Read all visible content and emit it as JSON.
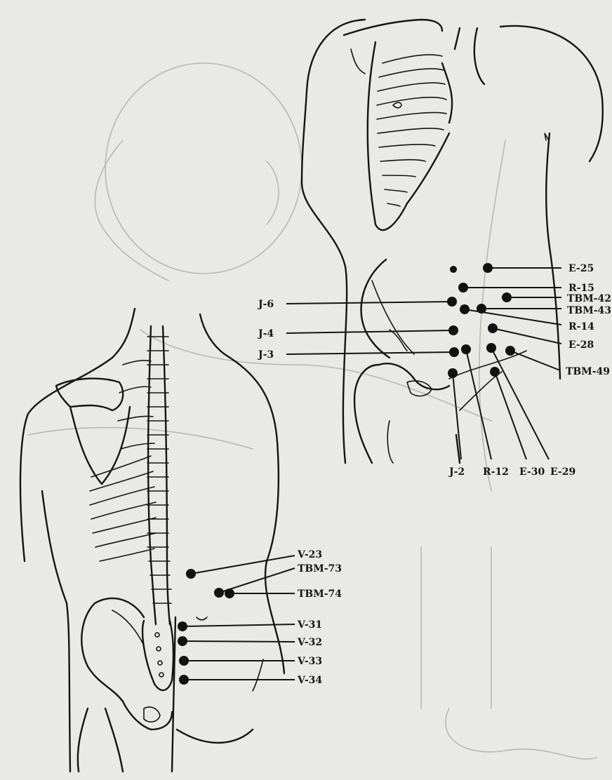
{
  "front_view": {
    "points": [
      {
        "id": "E-25",
        "label": "E-25"
      },
      {
        "id": "R-15",
        "label": "R-15"
      },
      {
        "id": "TBM-42",
        "label": "TBM-42"
      },
      {
        "id": "TBM-43",
        "label": "TBM-43"
      },
      {
        "id": "R-14",
        "label": "R-14"
      },
      {
        "id": "E-28",
        "label": "E-28"
      },
      {
        "id": "TBM-49",
        "label": "TBM-49"
      },
      {
        "id": "J-6",
        "label": "J-6"
      },
      {
        "id": "J-4",
        "label": "J-4"
      },
      {
        "id": "J-3",
        "label": "J-3"
      },
      {
        "id": "J-2",
        "label": "J-2"
      },
      {
        "id": "R-12",
        "label": "R-12"
      },
      {
        "id": "E-30",
        "label": "E-30"
      },
      {
        "id": "E-29",
        "label": "E-29"
      }
    ]
  },
  "back_view": {
    "points": [
      {
        "id": "V-23",
        "label": "V-23"
      },
      {
        "id": "TBM-73",
        "label": "TBM-73"
      },
      {
        "id": "TBM-74",
        "label": "TBM-74"
      },
      {
        "id": "V-31",
        "label": "V-31"
      },
      {
        "id": "V-32",
        "label": "V-32"
      },
      {
        "id": "V-33",
        "label": "V-33"
      },
      {
        "id": "V-34",
        "label": "V-34"
      }
    ]
  },
  "colors": {
    "paper": "#e9e9e5",
    "ink": "#141414",
    "ghost": "#b9b9b3"
  }
}
